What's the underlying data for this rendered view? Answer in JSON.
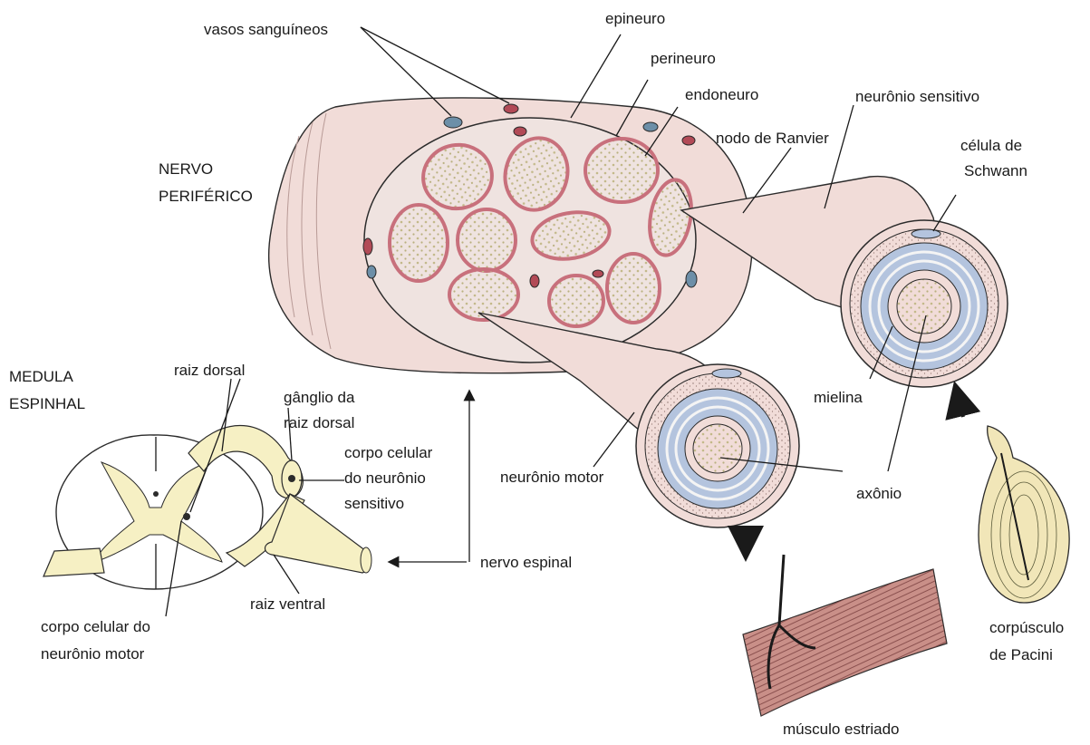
{
  "labels": {
    "vasos": "vasos sanguíneos",
    "epineuro": "epineuro",
    "perineuro": "perineuro",
    "endoneuro": "endoneuro",
    "neuronio_sensitivo": "neurônio sensitivo",
    "nodo_ranvier": "nodo de Ranvier",
    "celula_schwann_1": "célula de",
    "celula_schwann_2": "Schwann",
    "nervo_periferico_1": "NERVO",
    "nervo_periferico_2": "PERIFÉRICO",
    "medula_1": "MEDULA",
    "medula_2": "ESPINHAL",
    "raiz_dorsal": "raiz dorsal",
    "ganglio_1": "gânglio da",
    "ganglio_2": "raiz dorsal",
    "corpo_sens_1": "corpo celular",
    "corpo_sens_2": "do neurônio",
    "corpo_sens_3": "sensitivo",
    "mielina": "mielina",
    "axonio": "axônio",
    "neuronio_motor": "neurônio motor",
    "nervo_espinal": "nervo espinal",
    "raiz_ventral": "raiz ventral",
    "corpo_motor_1": "corpo celular do",
    "corpo_motor_2": "neurônio motor",
    "musculo": "músculo estriado",
    "pacini_1": "corpúsculo",
    "pacini_2": "de Pacini"
  },
  "colors": {
    "nerve_sheath": "#f1dcd8",
    "fascicle_fill": "#f2efc2",
    "perineurium": "#c8707c",
    "myelin": "#b4c4de",
    "root": "#f6f0c4",
    "muscle": "#c98f88",
    "vessel_red": "#b24a56",
    "vessel_blue": "#6d8fa8"
  }
}
